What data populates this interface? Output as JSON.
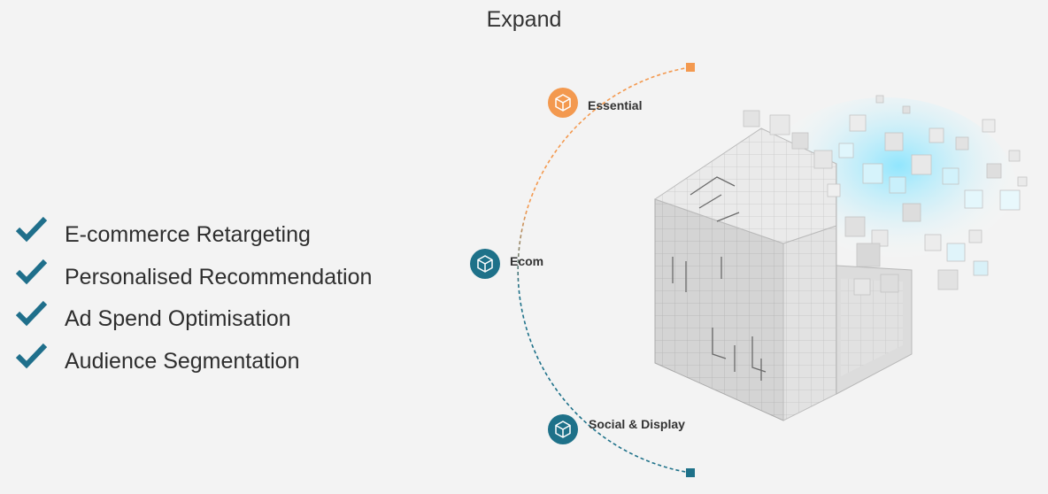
{
  "title": "Expand",
  "features": [
    {
      "label": "E-commerce Retargeting",
      "icon": "check-icon"
    },
    {
      "label": "Personalised Recommendation",
      "icon": "check-icon"
    },
    {
      "label": "Ad Spend Optimisation",
      "icon": "check-icon"
    },
    {
      "label": "Audience Segmentation",
      "icon": "check-icon"
    }
  ],
  "stages": [
    {
      "label": "Essential",
      "icon": "box-icon",
      "color": "#f3994f"
    },
    {
      "label": "Ecom",
      "icon": "box-icon",
      "color": "#1e7189"
    },
    {
      "label": "Social & Display",
      "icon": "box-icon",
      "color": "#1e7189"
    }
  ],
  "colors": {
    "check": "#1f6f8b",
    "orange": "#f3994f",
    "teal": "#1e7189",
    "background": "#f3f3f3"
  }
}
